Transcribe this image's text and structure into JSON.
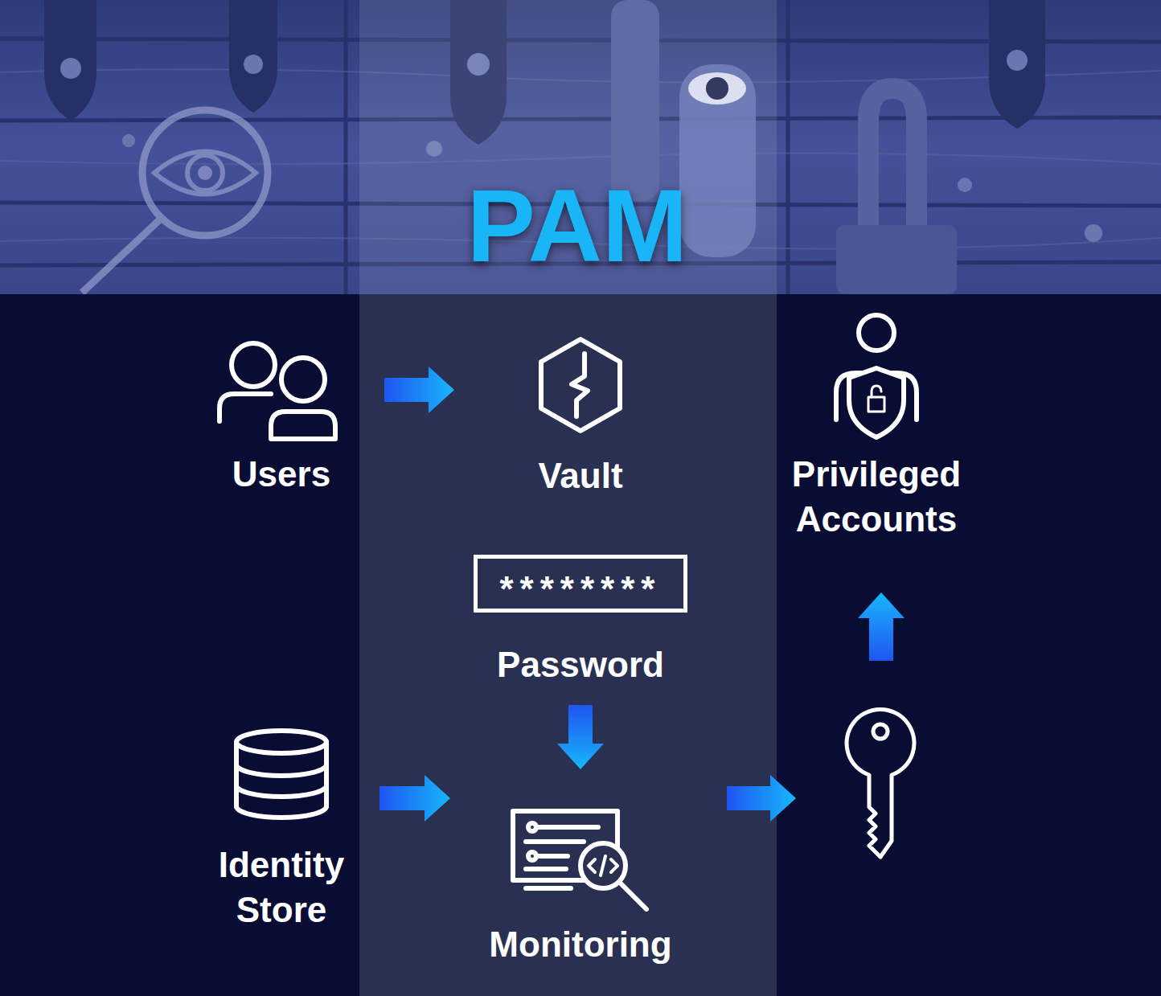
{
  "diagram": {
    "title": "PAM",
    "nodes": [
      {
        "text": [
          "Users"
        ]
      },
      {
        "text": [
          "Vault"
        ]
      },
      {
        "text": [
          "Privileged Accounts"
        ]
      },
      {
        "text": [
          "********",
          "Password"
        ]
      },
      {
        "text": [
          "Identity Store"
        ]
      },
      {
        "text": [
          "Monitoring"
        ]
      }
    ],
    "edges": [
      {
        "from": 0,
        "to": 1,
        "arrow": "to"
      },
      {
        "from": 3,
        "to": 5,
        "arrow": "to"
      },
      {
        "from": 4,
        "to": 5,
        "arrow": "to"
      },
      {
        "from": 5,
        "to": 2,
        "arrow": "to"
      }
    ]
  }
}
